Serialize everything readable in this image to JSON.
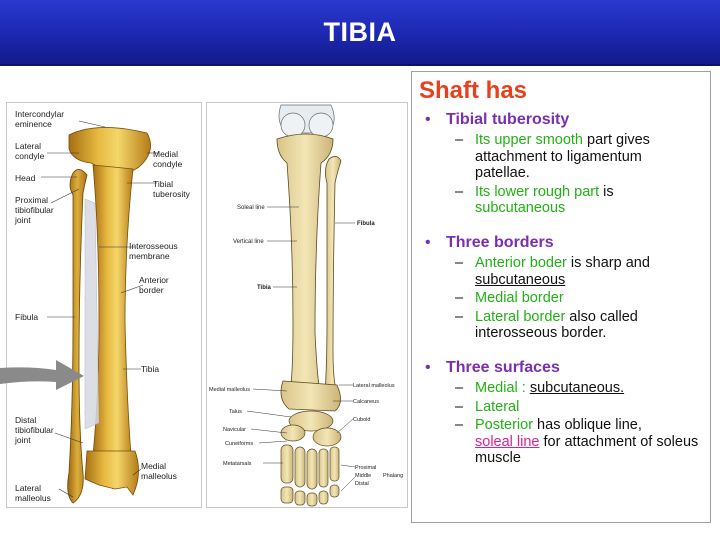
{
  "slide": {
    "title": "TIBIA"
  },
  "figure_left": {
    "labels": {
      "intercondylar_eminence": "Intercondylar\neminence",
      "lateral_condyle": "Lateral\ncondyle",
      "head": "Head",
      "proximal_tibiofibular_joint": "Proximal\ntibiofibular\njoint",
      "fibula": "Fibula",
      "distal_tibiofibular_joint": "Distal\ntibiofibular\njoint",
      "lateral_malleolus": "Lateral\nmalleolus",
      "medial_condyle": "Medial\ncondyle",
      "tibial_tuberosity": "Tibial\ntuberosity",
      "interosseous_membrane": "Interosseous\nmembrane",
      "anterior_border": "Anterior\nborder",
      "tibia": "Tibia",
      "medial_malleolus": "Medial\nmalleolus"
    }
  },
  "figure_right": {
    "labels": {
      "soleal_line": "Soleal line",
      "vertical_line": "Vertical line",
      "tibia": "Tibia",
      "fibula": "Fibula",
      "medial_malleolus": "Medial malleolus",
      "talus": "Talus",
      "navicular": "Navicular",
      "cuneiforms": "Cuneiforms",
      "metatarsals": "Metatarsals",
      "lateral_malleolus": "Lateral malleolus",
      "calcaneus": "Calcaneus",
      "cuboid": "Cuboid",
      "proximal": "Proximal",
      "middle": "Middle",
      "distal": "Distal",
      "phalanges": "Phalang"
    }
  },
  "content": {
    "heading": "Shaft has",
    "tuberosity": {
      "title": "Tibial tuberosity",
      "sub1_colored": "Its upper smooth",
      "sub1_rest": " part gives attachment to ligamentum patellae.",
      "sub2_colored": "Its lower rough part",
      "sub2_rest": " is",
      "sub2_colored2": "subcutaneous"
    },
    "borders": {
      "title": "Three borders",
      "sub1_colored": "Anterior boder",
      "sub1_rest": " is sharp and",
      "sub1_underlined": "subcutaneous",
      "sub2_colored": "Medial border",
      "sub3_colored": "Lateral border",
      "sub3_rest": " also called interosseous border."
    },
    "surfaces": {
      "title": "Three surfaces",
      "sub1_colored": "Medial : ",
      "sub1_underlined": "subcutaneous.",
      "sub2_colored": "Lateral",
      "sub3_colored": "Posterior",
      "sub3_rest": " has oblique line,",
      "sub3_pink": "soleal line",
      "sub3_rest2": " for attachment of soleus muscle"
    }
  },
  "colors": {
    "title_bar": "#1c27b0",
    "heading": "#e8401c",
    "bullet": "#7a2fb0",
    "highlight_green": "#22b014",
    "highlight_pink": "#e0208a"
  }
}
